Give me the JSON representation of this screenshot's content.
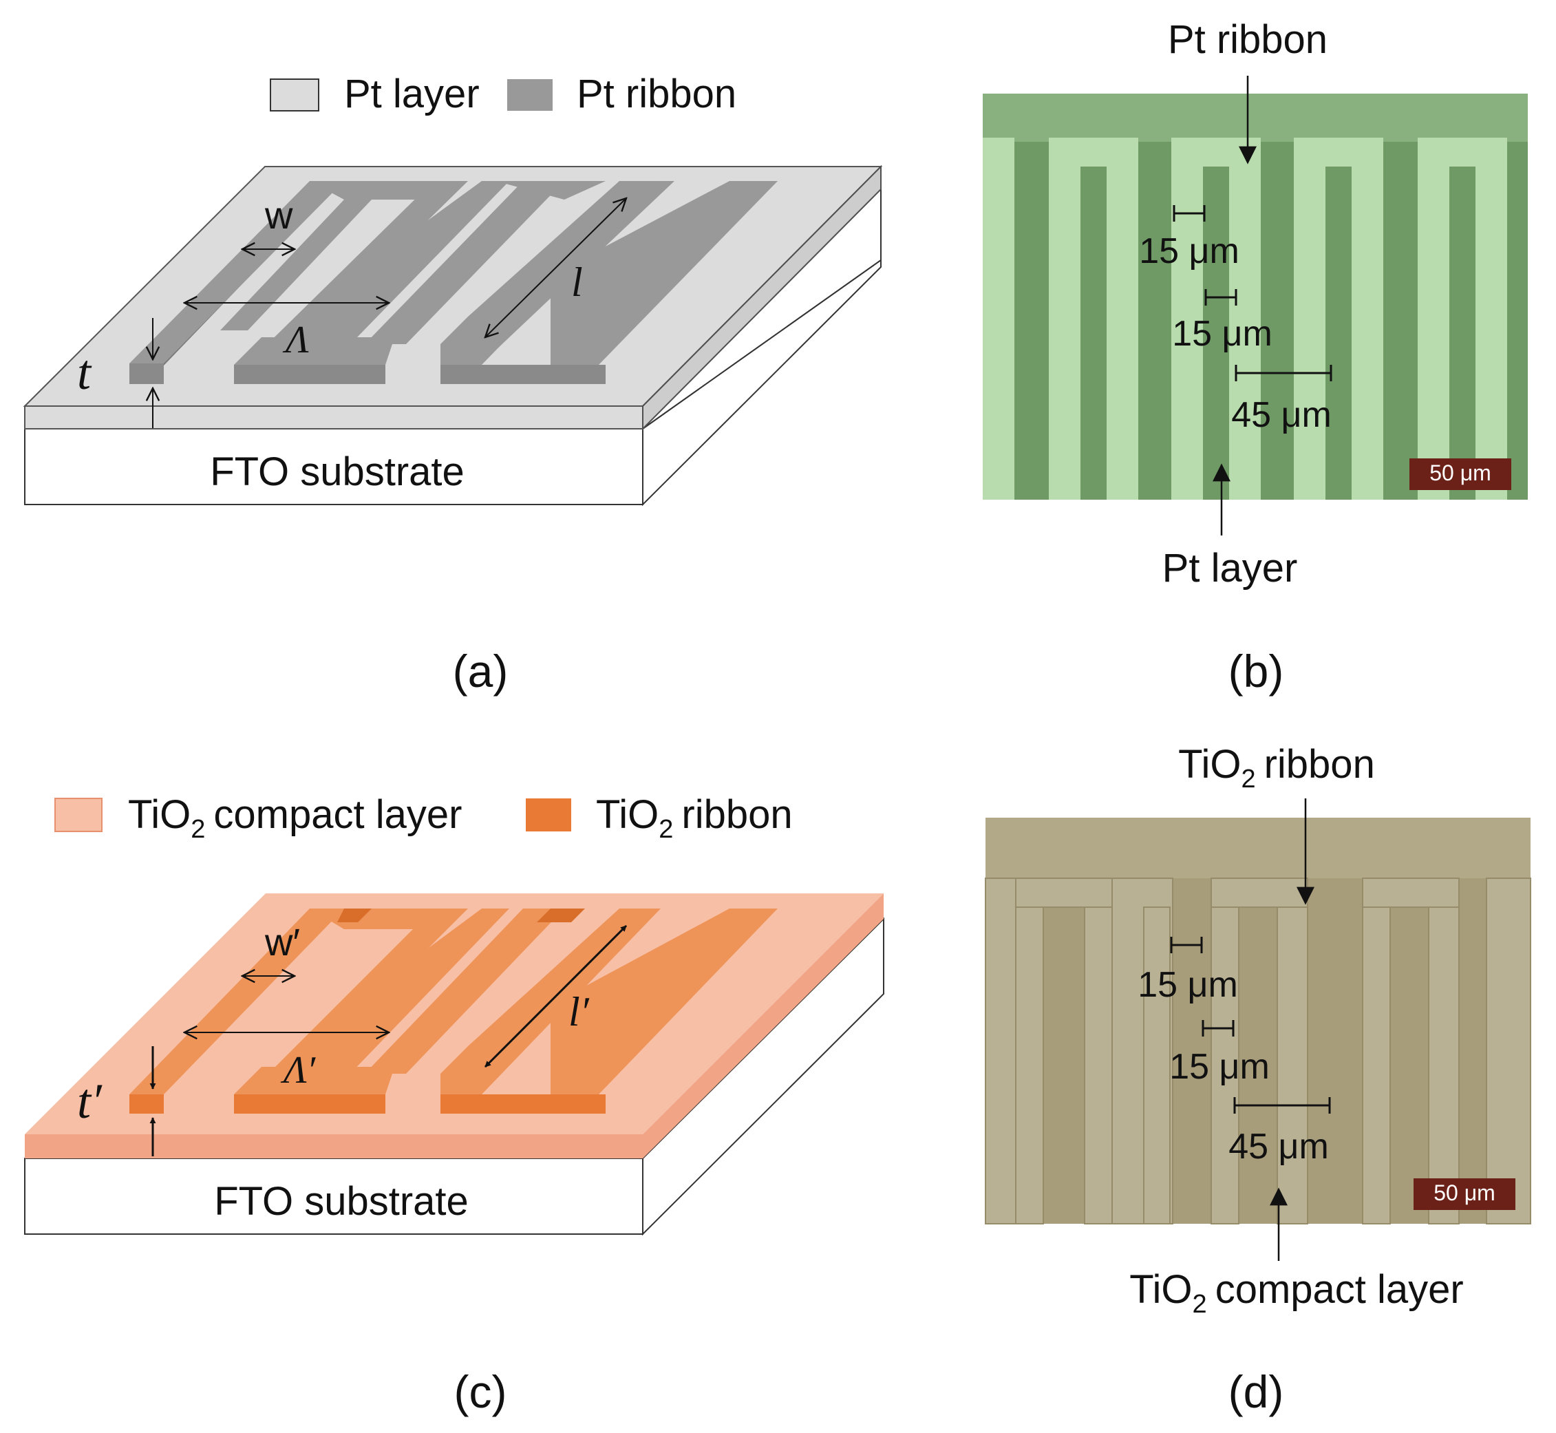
{
  "panel_a": {
    "legend_layer": "Pt layer",
    "legend_ribbon": "Pt ribbon",
    "sym_w": "w",
    "sym_l": "l",
    "sym_period": "Λ",
    "sym_t": "t",
    "substrate": "FTO substrate",
    "caption": "(a)",
    "colors": {
      "layer": "#dcdcdc",
      "ribbon_top": "#999999",
      "ribbon_side": "#7a7a7a",
      "ribbon_front": "#8a8a8a"
    }
  },
  "panel_b": {
    "label_top": "Pt ribbon",
    "label_bottom": "Pt layer",
    "dim1": "15 μm",
    "dim2": "15 μm",
    "dim3": "45 μm",
    "scalebar": "50 μm",
    "caption": "(b)",
    "colors": {
      "bg": "#6f9a66",
      "ribbon": "#b8dcae",
      "scalebar": "#6b2118"
    }
  },
  "panel_c": {
    "legend_layer_pre": "TiO",
    "legend_layer_sub": "2",
    "legend_layer_post": "compact layer",
    "legend_ribbon_pre": "TiO",
    "legend_ribbon_sub": "2",
    "legend_ribbon_post": "ribbon",
    "sym_w": "w′",
    "sym_l": "l′",
    "sym_period": "Λ′",
    "sym_t": "t′",
    "substrate": "FTO substrate",
    "caption": "(c)",
    "colors": {
      "layer": "#f7bfa6",
      "layer_edge": "#f2a586",
      "ribbon_top": "#ef9458",
      "ribbon_side": "#d96d2a",
      "ribbon_front": "#e97a35"
    }
  },
  "panel_d": {
    "label_top_pre": "TiO",
    "label_top_sub": "2",
    "label_top_post": "ribbon",
    "label_bottom_pre": "TiO",
    "label_bottom_sub": "2",
    "label_bottom_post": "compact layer",
    "dim1": "15 μm",
    "dim2": "15 μm",
    "dim3": "45 μm",
    "scalebar": "50 μm",
    "caption": "(d)",
    "colors": {
      "bg": "#a89d7a",
      "ribbon": "#b9b193",
      "scalebar": "#6b2118"
    }
  }
}
